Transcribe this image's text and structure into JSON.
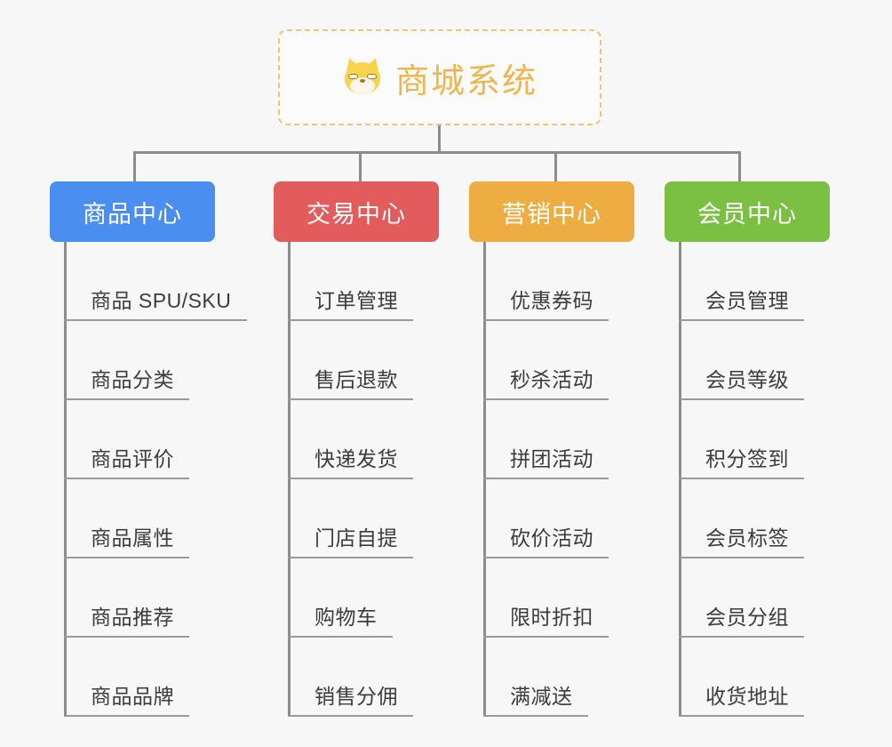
{
  "diagram": {
    "type": "organization-tree",
    "background_color": "#f7f7f7",
    "connector_color": "#8c8c8c",
    "root": {
      "title": "商城系统",
      "icon": "shiba-dog-face-emoji",
      "emoji": "🐶",
      "border_color": "#f0c478",
      "text_color": "#efb552",
      "background_color": "#fbfbfb"
    },
    "branches": [
      {
        "label": "商品中心",
        "color": "#4a8ef0",
        "leaves": [
          {
            "label": "商品 SPU/SKU"
          },
          {
            "label": "商品分类"
          },
          {
            "label": "商品评价"
          },
          {
            "label": "商品属性"
          },
          {
            "label": "商品推荐"
          },
          {
            "label": "商品品牌"
          }
        ]
      },
      {
        "label": "交易中心",
        "color": "#e35c5c",
        "leaves": [
          {
            "label": "订单管理"
          },
          {
            "label": "售后退款"
          },
          {
            "label": "快递发货"
          },
          {
            "label": "门店自提"
          },
          {
            "label": "购物车"
          },
          {
            "label": "销售分佣"
          }
        ]
      },
      {
        "label": "营销中心",
        "color": "#eead43",
        "leaves": [
          {
            "label": "优惠券码"
          },
          {
            "label": "秒杀活动"
          },
          {
            "label": "拼团活动"
          },
          {
            "label": "砍价活动"
          },
          {
            "label": "限时折扣"
          },
          {
            "label": "满减送"
          }
        ]
      },
      {
        "label": "会员中心",
        "color": "#7bc043",
        "leaves": [
          {
            "label": "会员管理"
          },
          {
            "label": "会员等级"
          },
          {
            "label": "积分签到"
          },
          {
            "label": "会员标签"
          },
          {
            "label": "会员分组"
          },
          {
            "label": "收货地址"
          }
        ]
      }
    ]
  }
}
